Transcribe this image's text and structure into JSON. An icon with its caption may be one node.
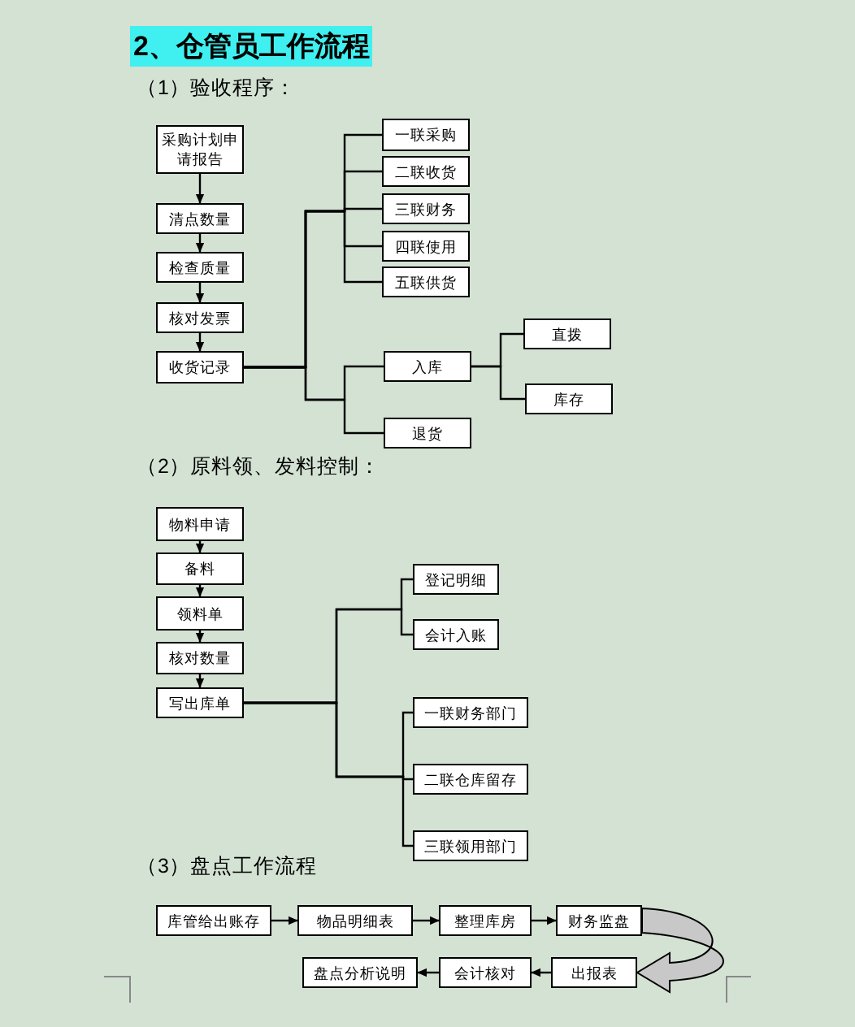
{
  "diagram": {
    "title": "2、仓管员工作流程",
    "nodes": [
      {
        "text": [
          "采购计划申请报告"
        ]
      },
      {
        "text": [
          "清点数量"
        ]
      },
      {
        "text": [
          "检查质量"
        ]
      },
      {
        "text": [
          "核对发票"
        ]
      },
      {
        "text": [
          "收货记录"
        ]
      },
      {
        "text": [
          "一联采购"
        ]
      },
      {
        "text": [
          "二联收货"
        ]
      },
      {
        "text": [
          "三联财务"
        ]
      },
      {
        "text": [
          "四联使用"
        ]
      },
      {
        "text": [
          "五联供货"
        ]
      },
      {
        "text": [
          "入库"
        ]
      },
      {
        "text": [
          "直拨"
        ]
      },
      {
        "text": [
          "库存"
        ]
      },
      {
        "text": [
          "退货"
        ]
      },
      {
        "text": [
          "物料申请"
        ]
      },
      {
        "text": [
          "备料"
        ]
      },
      {
        "text": [
          "领料单"
        ]
      },
      {
        "text": [
          "核对数量"
        ]
      },
      {
        "text": [
          "写出库单"
        ]
      },
      {
        "text": [
          "登记明细"
        ]
      },
      {
        "text": [
          "会计入账"
        ]
      },
      {
        "text": [
          "一联财务部门"
        ]
      },
      {
        "text": [
          "二联仓库留存"
        ]
      },
      {
        "text": [
          "三联领用部门"
        ]
      },
      {
        "text": [
          "库管给出账存"
        ]
      },
      {
        "text": [
          "物品明细表"
        ]
      },
      {
        "text": [
          "整理库房"
        ]
      },
      {
        "text": [
          "财务监盘"
        ]
      },
      {
        "text": [
          "出报表"
        ]
      },
      {
        "text": [
          "会计核对"
        ]
      },
      {
        "text": [
          "盘点分析说明"
        ]
      }
    ],
    "edges": [
      {
        "from": 0,
        "to": 1,
        "arrow": "to"
      },
      {
        "from": 1,
        "to": 2,
        "arrow": "to"
      },
      {
        "from": 2,
        "to": 3,
        "arrow": "to"
      },
      {
        "from": 3,
        "to": 4,
        "arrow": "to"
      },
      {
        "from": 4,
        "to": 5,
        "arrow": "none"
      },
      {
        "from": 4,
        "to": 6,
        "arrow": "none"
      },
      {
        "from": 4,
        "to": 7,
        "arrow": "none"
      },
      {
        "from": 4,
        "to": 8,
        "arrow": "none"
      },
      {
        "from": 4,
        "to": 9,
        "arrow": "none"
      },
      {
        "from": 4,
        "to": 10,
        "arrow": "none"
      },
      {
        "from": 4,
        "to": 13,
        "arrow": "none"
      },
      {
        "from": 10,
        "to": 11,
        "arrow": "none"
      },
      {
        "from": 10,
        "to": 12,
        "arrow": "none"
      },
      {
        "from": 14,
        "to": 15,
        "arrow": "to"
      },
      {
        "from": 15,
        "to": 16,
        "arrow": "to"
      },
      {
        "from": 16,
        "to": 17,
        "arrow": "to"
      },
      {
        "from": 17,
        "to": 18,
        "arrow": "to"
      },
      {
        "from": 18,
        "to": 19,
        "arrow": "none"
      },
      {
        "from": 18,
        "to": 20,
        "arrow": "none"
      },
      {
        "from": 18,
        "to": 21,
        "arrow": "none"
      },
      {
        "from": 18,
        "to": 22,
        "arrow": "none"
      },
      {
        "from": 18,
        "to": 23,
        "arrow": "none"
      },
      {
        "from": 24,
        "to": 25,
        "arrow": "to"
      },
      {
        "from": 25,
        "to": 26,
        "arrow": "to"
      },
      {
        "from": 26,
        "to": 27,
        "arrow": "to"
      },
      {
        "from": 27,
        "to": 28,
        "arrow": "to",
        "style": "thick"
      },
      {
        "from": 28,
        "to": 29,
        "arrow": "to"
      },
      {
        "from": 29,
        "to": 30,
        "arrow": "to"
      }
    ],
    "labels": [
      "（1）验收程序：",
      "（2）原料领、发料控制：",
      "（3）盘点工作流程"
    ]
  }
}
